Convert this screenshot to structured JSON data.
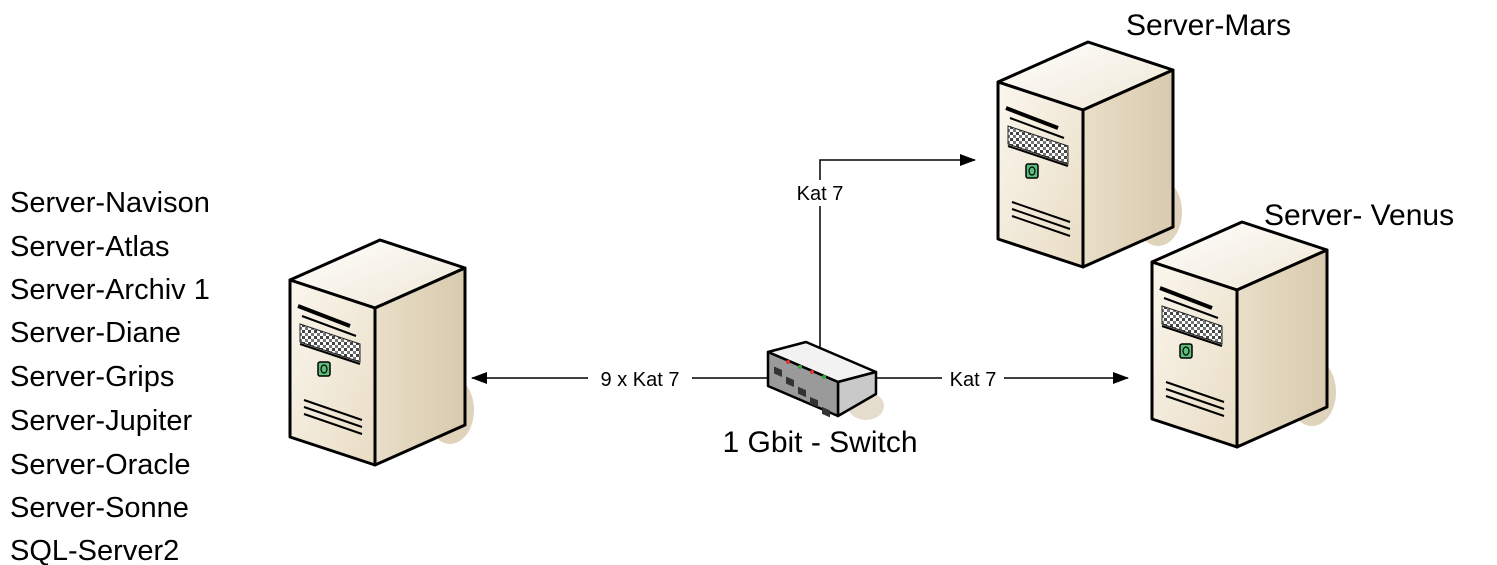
{
  "servers": {
    "left_group": [
      "Server-Navison",
      "Server-Atlas",
      "Server-Archiv 1",
      "Server-Diane",
      "Server-Grips",
      "Server-Jupiter",
      "Server-Oracle",
      "Server-Sonne",
      "SQL-Server2"
    ],
    "top_right": "Server-Mars",
    "right": "Server- Venus"
  },
  "switch": {
    "label": "1 Gbit - Switch"
  },
  "links": {
    "left": "9 x Kat 7",
    "top": "Kat 7",
    "right": "Kat 7"
  },
  "colors": {
    "case_front": "#f3ebdc",
    "case_side": "#e2d6bd",
    "shadow": "#d9ccb2",
    "line": "#000000"
  },
  "icons": [
    "server-tower-icon",
    "network-switch-icon"
  ]
}
